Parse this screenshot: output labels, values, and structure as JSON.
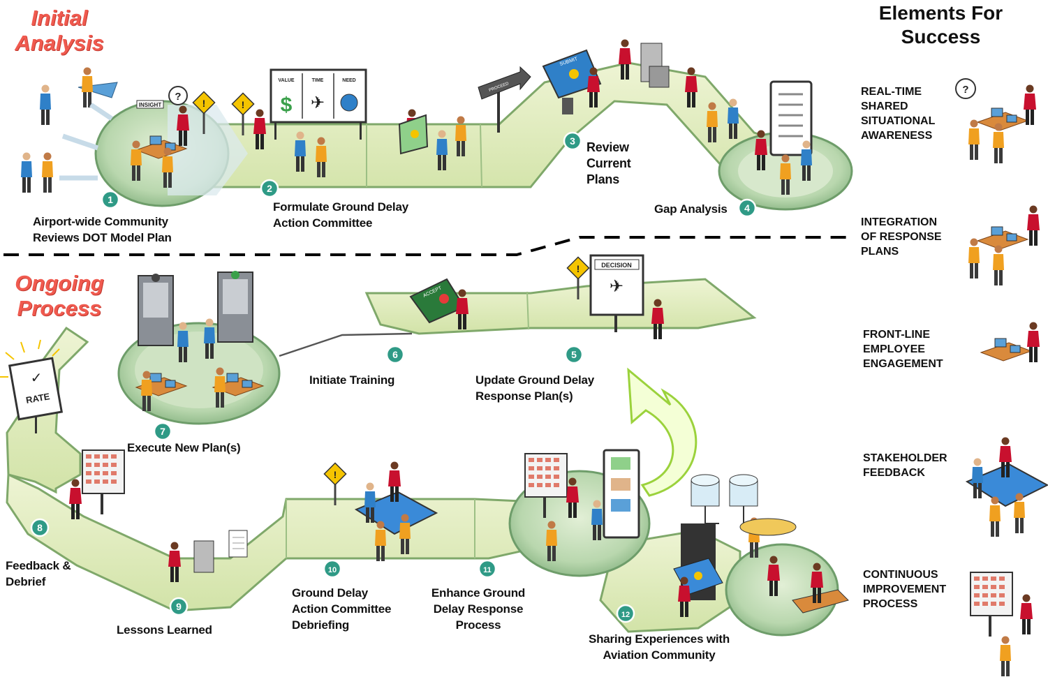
{
  "sections": {
    "initial": "Initial\nAnalysis",
    "ongoing": "Ongoing\nProcess",
    "elements_title": "Elements For\nSuccess"
  },
  "steps": [
    {
      "num": "1",
      "label": "Airport-wide Community\nReviews DOT Model Plan"
    },
    {
      "num": "2",
      "label": "Formulate Ground Delay\nAction Committee"
    },
    {
      "num": "3",
      "label": "Review\nCurrent\nPlans"
    },
    {
      "num": "4",
      "label": "Gap Analysis"
    },
    {
      "num": "5",
      "label": "Update Ground Delay\nResponse Plan(s)"
    },
    {
      "num": "6",
      "label": "Initiate Training"
    },
    {
      "num": "7",
      "label": "Execute New Plan(s)"
    },
    {
      "num": "8",
      "label": "Feedback &\nDebrief"
    },
    {
      "num": "9",
      "label": "Lessons Learned"
    },
    {
      "num": "10",
      "label": "Ground Delay\nAction Committee\nDebriefing"
    },
    {
      "num": "11",
      "label": "Enhance Ground\nDelay Response\nProcess"
    },
    {
      "num": "12",
      "label": "Sharing Experiences with\nAviation Community"
    }
  ],
  "elements": [
    "REAL-TIME\nSHARED\nSITUATIONAL\nAWARENESS",
    "INTEGRATION\nOF RESPONSE\nPLANS",
    "FRONT-LINE\nEMPLOYEE\nENGAGEMENT",
    "STAKEHOLDER\nFEEDBACK",
    "CONTINUOUS\nIMPROVEMENT\nPROCESS"
  ],
  "signs": {
    "insight": "INSIGHT",
    "value": "VALUE",
    "time": "TIME",
    "need": "NEED",
    "submit": "SUBMIT",
    "accept": "ACCEPT",
    "decision": "DECISION",
    "rate": "RATE",
    "arrow_sign": "PROCEED"
  },
  "colors": {
    "path": "#dfeab8",
    "path_edge": "#7fa86a",
    "disc": "#9fc79a",
    "badge": "#2f9a86",
    "person_red": "#c8102e",
    "accent_red": "#f05a4f"
  }
}
